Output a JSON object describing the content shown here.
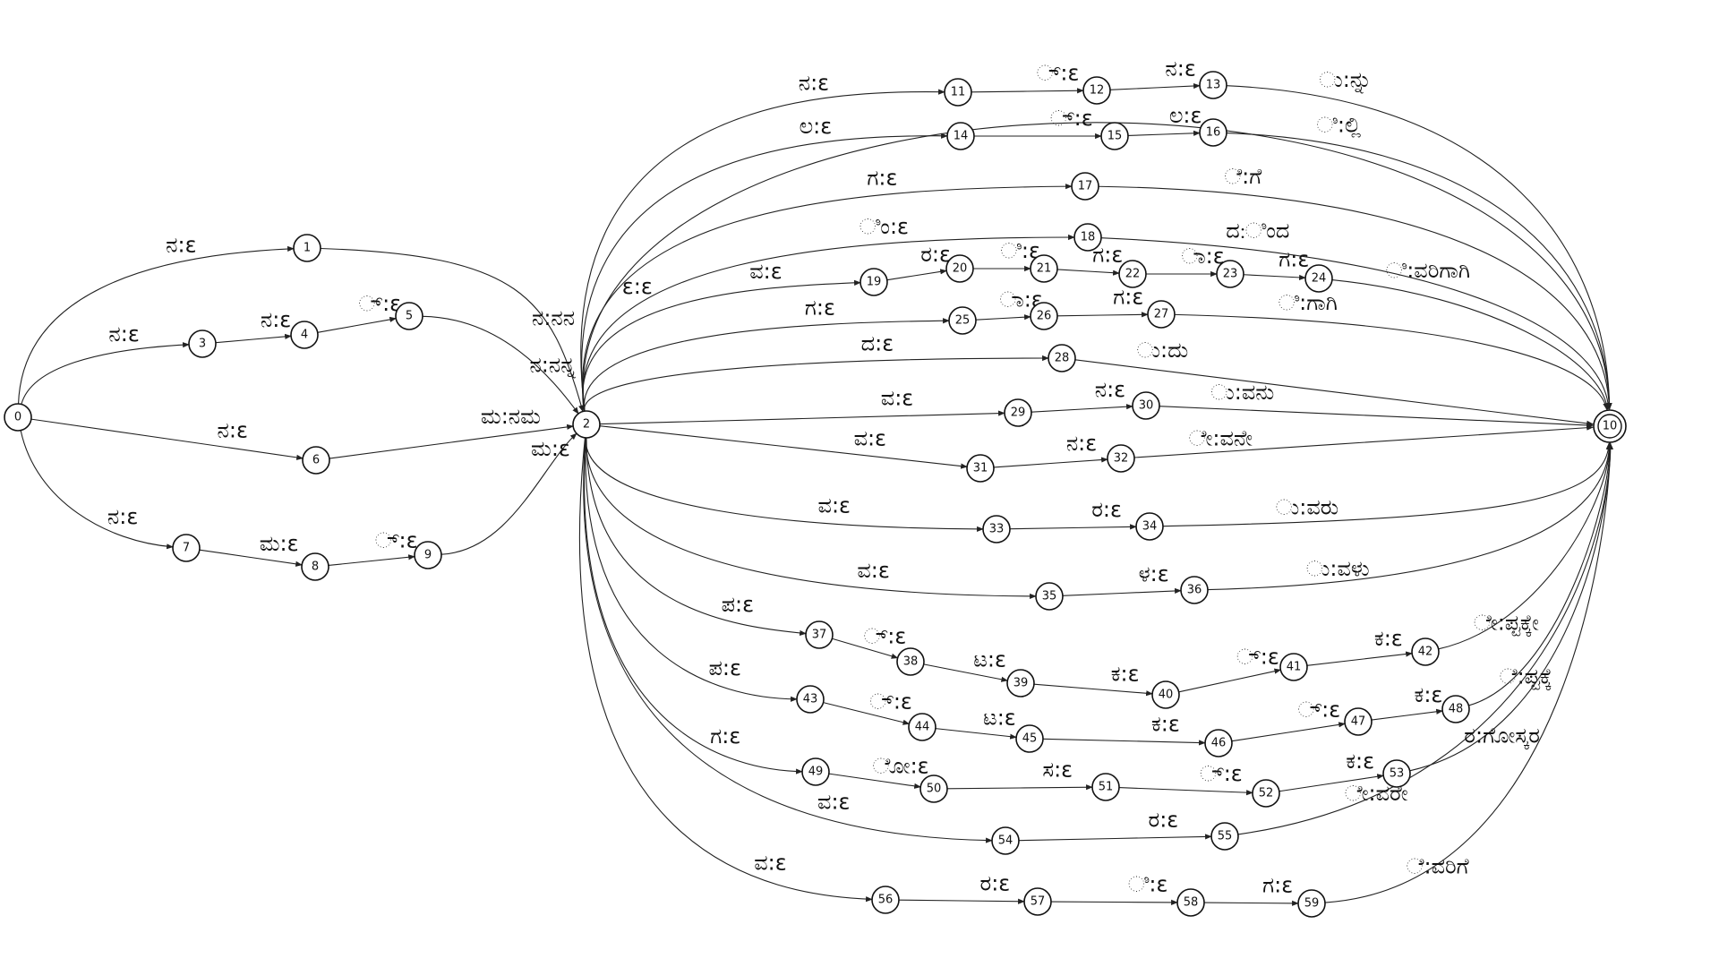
{
  "diagram": {
    "type": "finite-state-transducer",
    "start_state": "0",
    "final_state": "10",
    "colors": {
      "stroke": "#222222",
      "text": "#111111",
      "background": "#ffffff"
    },
    "states": [
      "0",
      "1",
      "2",
      "3",
      "4",
      "5",
      "6",
      "7",
      "8",
      "9",
      "10",
      "11",
      "12",
      "13",
      "14",
      "15",
      "16",
      "17",
      "18",
      "19",
      "20",
      "21",
      "22",
      "23",
      "24",
      "25",
      "26",
      "27",
      "28",
      "29",
      "30",
      "31",
      "32",
      "33",
      "34",
      "35",
      "36",
      "37",
      "38",
      "39",
      "40",
      "41",
      "42",
      "43",
      "44",
      "45",
      "46",
      "47",
      "48",
      "49",
      "50",
      "51",
      "52",
      "53",
      "54",
      "55",
      "56",
      "57",
      "58",
      "59"
    ],
    "transitions": [
      {
        "from": "0",
        "to": "1",
        "label": "ನ:ε"
      },
      {
        "from": "1",
        "to": "2",
        "label": "ನ:ನನ"
      },
      {
        "from": "0",
        "to": "3",
        "label": "ನ:ε"
      },
      {
        "from": "3",
        "to": "4",
        "label": "ನ:ε"
      },
      {
        "from": "4",
        "to": "5",
        "label": "್:ε"
      },
      {
        "from": "5",
        "to": "2",
        "label": "ನ:ನನ್ನ"
      },
      {
        "from": "0",
        "to": "6",
        "label": "ನ:ε"
      },
      {
        "from": "6",
        "to": "2",
        "label": "ಮ:ನಮ"
      },
      {
        "from": "0",
        "to": "7",
        "label": "ನ:ε"
      },
      {
        "from": "7",
        "to": "8",
        "label": "ಮ:ε"
      },
      {
        "from": "8",
        "to": "9",
        "label": "್:ε"
      },
      {
        "from": "9",
        "to": "2",
        "label": "ಮ:ε"
      },
      {
        "from": "2",
        "to": "10",
        "label": "ε:ε"
      },
      {
        "from": "2",
        "to": "11",
        "label": "ನ:ε"
      },
      {
        "from": "11",
        "to": "12",
        "label": "್:ε"
      },
      {
        "from": "12",
        "to": "13",
        "label": "ನ:ε"
      },
      {
        "from": "13",
        "to": "10",
        "label": "ು:ನ್ನು"
      },
      {
        "from": "2",
        "to": "14",
        "label": "ಲ:ε"
      },
      {
        "from": "14",
        "to": "15",
        "label": "್:ε"
      },
      {
        "from": "15",
        "to": "16",
        "label": "ಲ:ε"
      },
      {
        "from": "16",
        "to": "10",
        "label": "ಿ:ಲ್ಲಿ"
      },
      {
        "from": "2",
        "to": "17",
        "label": "ಗ:ε"
      },
      {
        "from": "17",
        "to": "10",
        "label": "ೆ:ಗೆ"
      },
      {
        "from": "2",
        "to": "18",
        "label": "ಿಂ:ε"
      },
      {
        "from": "18",
        "to": "10",
        "label": "ದ:ಿಂದ"
      },
      {
        "from": "2",
        "to": "19",
        "label": "ವ:ε"
      },
      {
        "from": "19",
        "to": "20",
        "label": "ರ:ε"
      },
      {
        "from": "20",
        "to": "21",
        "label": "ಿ:ε"
      },
      {
        "from": "21",
        "to": "22",
        "label": "ಗ:ε"
      },
      {
        "from": "22",
        "to": "23",
        "label": "ಾ:ε"
      },
      {
        "from": "23",
        "to": "24",
        "label": "ಗ:ε"
      },
      {
        "from": "24",
        "to": "10",
        "label": "ಿ:ವರಿಗಾಗಿ"
      },
      {
        "from": "2",
        "to": "25",
        "label": "ಗ:ε"
      },
      {
        "from": "25",
        "to": "26",
        "label": "ಾ:ε"
      },
      {
        "from": "26",
        "to": "27",
        "label": "ಗ:ε"
      },
      {
        "from": "27",
        "to": "10",
        "label": "ಿ:ಗಾಗಿ"
      },
      {
        "from": "2",
        "to": "28",
        "label": "ದ:ε"
      },
      {
        "from": "28",
        "to": "10",
        "label": "ು:ದು"
      },
      {
        "from": "2",
        "to": "29",
        "label": "ವ:ε"
      },
      {
        "from": "29",
        "to": "30",
        "label": "ನ:ε"
      },
      {
        "from": "30",
        "to": "10",
        "label": "ು:ವನು"
      },
      {
        "from": "2",
        "to": "31",
        "label": "ವ:ε"
      },
      {
        "from": "31",
        "to": "32",
        "label": "ನ:ε"
      },
      {
        "from": "32",
        "to": "10",
        "label": "ೇ:ವನೇ"
      },
      {
        "from": "2",
        "to": "33",
        "label": "ವ:ε"
      },
      {
        "from": "33",
        "to": "34",
        "label": "ರ:ε"
      },
      {
        "from": "34",
        "to": "10",
        "label": "ು:ವರು"
      },
      {
        "from": "2",
        "to": "35",
        "label": "ವ:ε"
      },
      {
        "from": "35",
        "to": "36",
        "label": "ಳ:ε"
      },
      {
        "from": "36",
        "to": "10",
        "label": "ು:ವಳು"
      },
      {
        "from": "2",
        "to": "37",
        "label": "ಪ:ε"
      },
      {
        "from": "37",
        "to": "38",
        "label": "್:ε"
      },
      {
        "from": "38",
        "to": "39",
        "label": "ಟ:ε"
      },
      {
        "from": "39",
        "to": "40",
        "label": "ಕ:ε"
      },
      {
        "from": "40",
        "to": "41",
        "label": "್:ε"
      },
      {
        "from": "41",
        "to": "42",
        "label": "ಕ:ε"
      },
      {
        "from": "42",
        "to": "10",
        "label": "ೇ:ಪ್ಟಕ್ಕೇ"
      },
      {
        "from": "2",
        "to": "43",
        "label": "ಪ:ε"
      },
      {
        "from": "43",
        "to": "44",
        "label": "್:ε"
      },
      {
        "from": "44",
        "to": "45",
        "label": "ಟ:ε"
      },
      {
        "from": "45",
        "to": "46",
        "label": "ಕ:ε"
      },
      {
        "from": "46",
        "to": "47",
        "label": "್:ε"
      },
      {
        "from": "47",
        "to": "48",
        "label": "ಕ:ε"
      },
      {
        "from": "48",
        "to": "10",
        "label": "ೆ:ಪ್ಟಕ್ಕೆ"
      },
      {
        "from": "2",
        "to": "49",
        "label": "ಗ:ε"
      },
      {
        "from": "49",
        "to": "50",
        "label": "ೋ:ε"
      },
      {
        "from": "50",
        "to": "51",
        "label": "ಸ:ε"
      },
      {
        "from": "51",
        "to": "52",
        "label": "್:ε"
      },
      {
        "from": "52",
        "to": "53",
        "label": "ಕ:ε"
      },
      {
        "from": "53",
        "to": "10",
        "label": "ರ:ಗೋಸ್ಕರ"
      },
      {
        "from": "2",
        "to": "54",
        "label": "ವ:ε"
      },
      {
        "from": "54",
        "to": "55",
        "label": "ರ:ε"
      },
      {
        "from": "55",
        "to": "10",
        "label": "ೇ:ವರೇ"
      },
      {
        "from": "2",
        "to": "56",
        "label": "ವ:ε"
      },
      {
        "from": "56",
        "to": "57",
        "label": "ರ:ε"
      },
      {
        "from": "57",
        "to": "58",
        "label": "ಿ:ε"
      },
      {
        "from": "58",
        "to": "59",
        "label": "ಗ:ε"
      },
      {
        "from": "59",
        "to": "10",
        "label": "ೆ:ವರಿಗೆ"
      }
    ]
  }
}
